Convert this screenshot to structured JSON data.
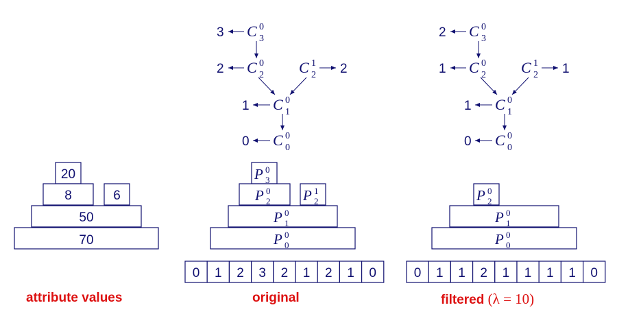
{
  "colors": {
    "ink": "#101070",
    "caption": "#dd1111",
    "arrow": "#101070"
  },
  "panels": {
    "attributes": {
      "caption": "attribute values",
      "boxes": [
        "20",
        "8",
        "6",
        "50",
        "70"
      ]
    },
    "original": {
      "caption": "original",
      "tree": {
        "c3": {
          "base": "C",
          "sup": "0",
          "sub": "3",
          "value": "3"
        },
        "c2": {
          "base": "C",
          "sup": "0",
          "sub": "2",
          "value": "2"
        },
        "c2b": {
          "base": "C",
          "sup": "1",
          "sub": "2",
          "value": "2"
        },
        "c1": {
          "base": "C",
          "sup": "0",
          "sub": "1",
          "value": "1"
        },
        "c0": {
          "base": "C",
          "sup": "0",
          "sub": "0",
          "value": "0"
        }
      },
      "boxes": {
        "p3": {
          "base": "P",
          "sup": "0",
          "sub": "3"
        },
        "p2": {
          "base": "P",
          "sup": "0",
          "sub": "2"
        },
        "p2b": {
          "base": "P",
          "sup": "1",
          "sub": "2"
        },
        "p1": {
          "base": "P",
          "sup": "0",
          "sub": "1"
        },
        "p0": {
          "base": "P",
          "sup": "0",
          "sub": "0"
        }
      },
      "array": [
        "0",
        "1",
        "2",
        "3",
        "2",
        "1",
        "2",
        "1",
        "0"
      ]
    },
    "filtered": {
      "caption": "filtered",
      "caption_lambda": "(λ = 10)",
      "tree": {
        "c3": {
          "base": "C",
          "sup": "0",
          "sub": "3",
          "value": "2"
        },
        "c2": {
          "base": "C",
          "sup": "0",
          "sub": "2",
          "value": "1"
        },
        "c2b": {
          "base": "C",
          "sup": "1",
          "sub": "2",
          "value": "1"
        },
        "c1": {
          "base": "C",
          "sup": "0",
          "sub": "1",
          "value": "1"
        },
        "c0": {
          "base": "C",
          "sup": "0",
          "sub": "0",
          "value": "0"
        }
      },
      "boxes": {
        "p2": {
          "base": "P",
          "sup": "0",
          "sub": "2"
        },
        "p1": {
          "base": "P",
          "sup": "0",
          "sub": "1"
        },
        "p0": {
          "base": "P",
          "sup": "0",
          "sub": "0"
        }
      },
      "array": [
        "0",
        "1",
        "1",
        "2",
        "1",
        "1",
        "1",
        "1",
        "0"
      ]
    }
  }
}
